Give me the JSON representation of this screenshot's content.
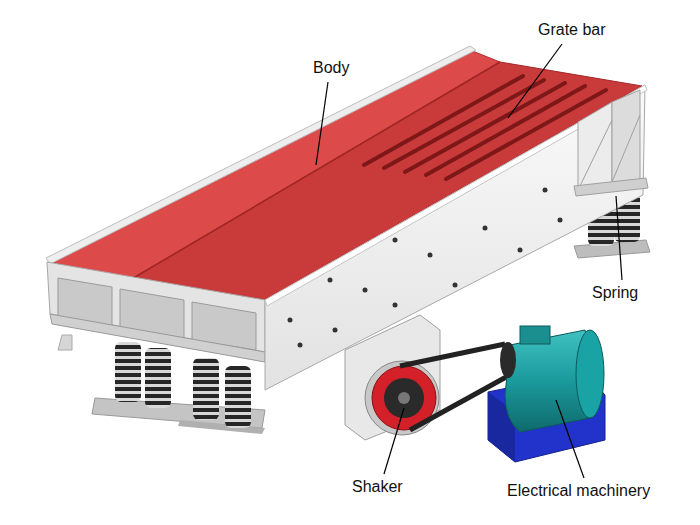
{
  "diagram": {
    "labels": [
      "Body",
      "Grate bar",
      "Spring",
      "Shaker",
      "Electrical machinery"
    ]
  }
}
